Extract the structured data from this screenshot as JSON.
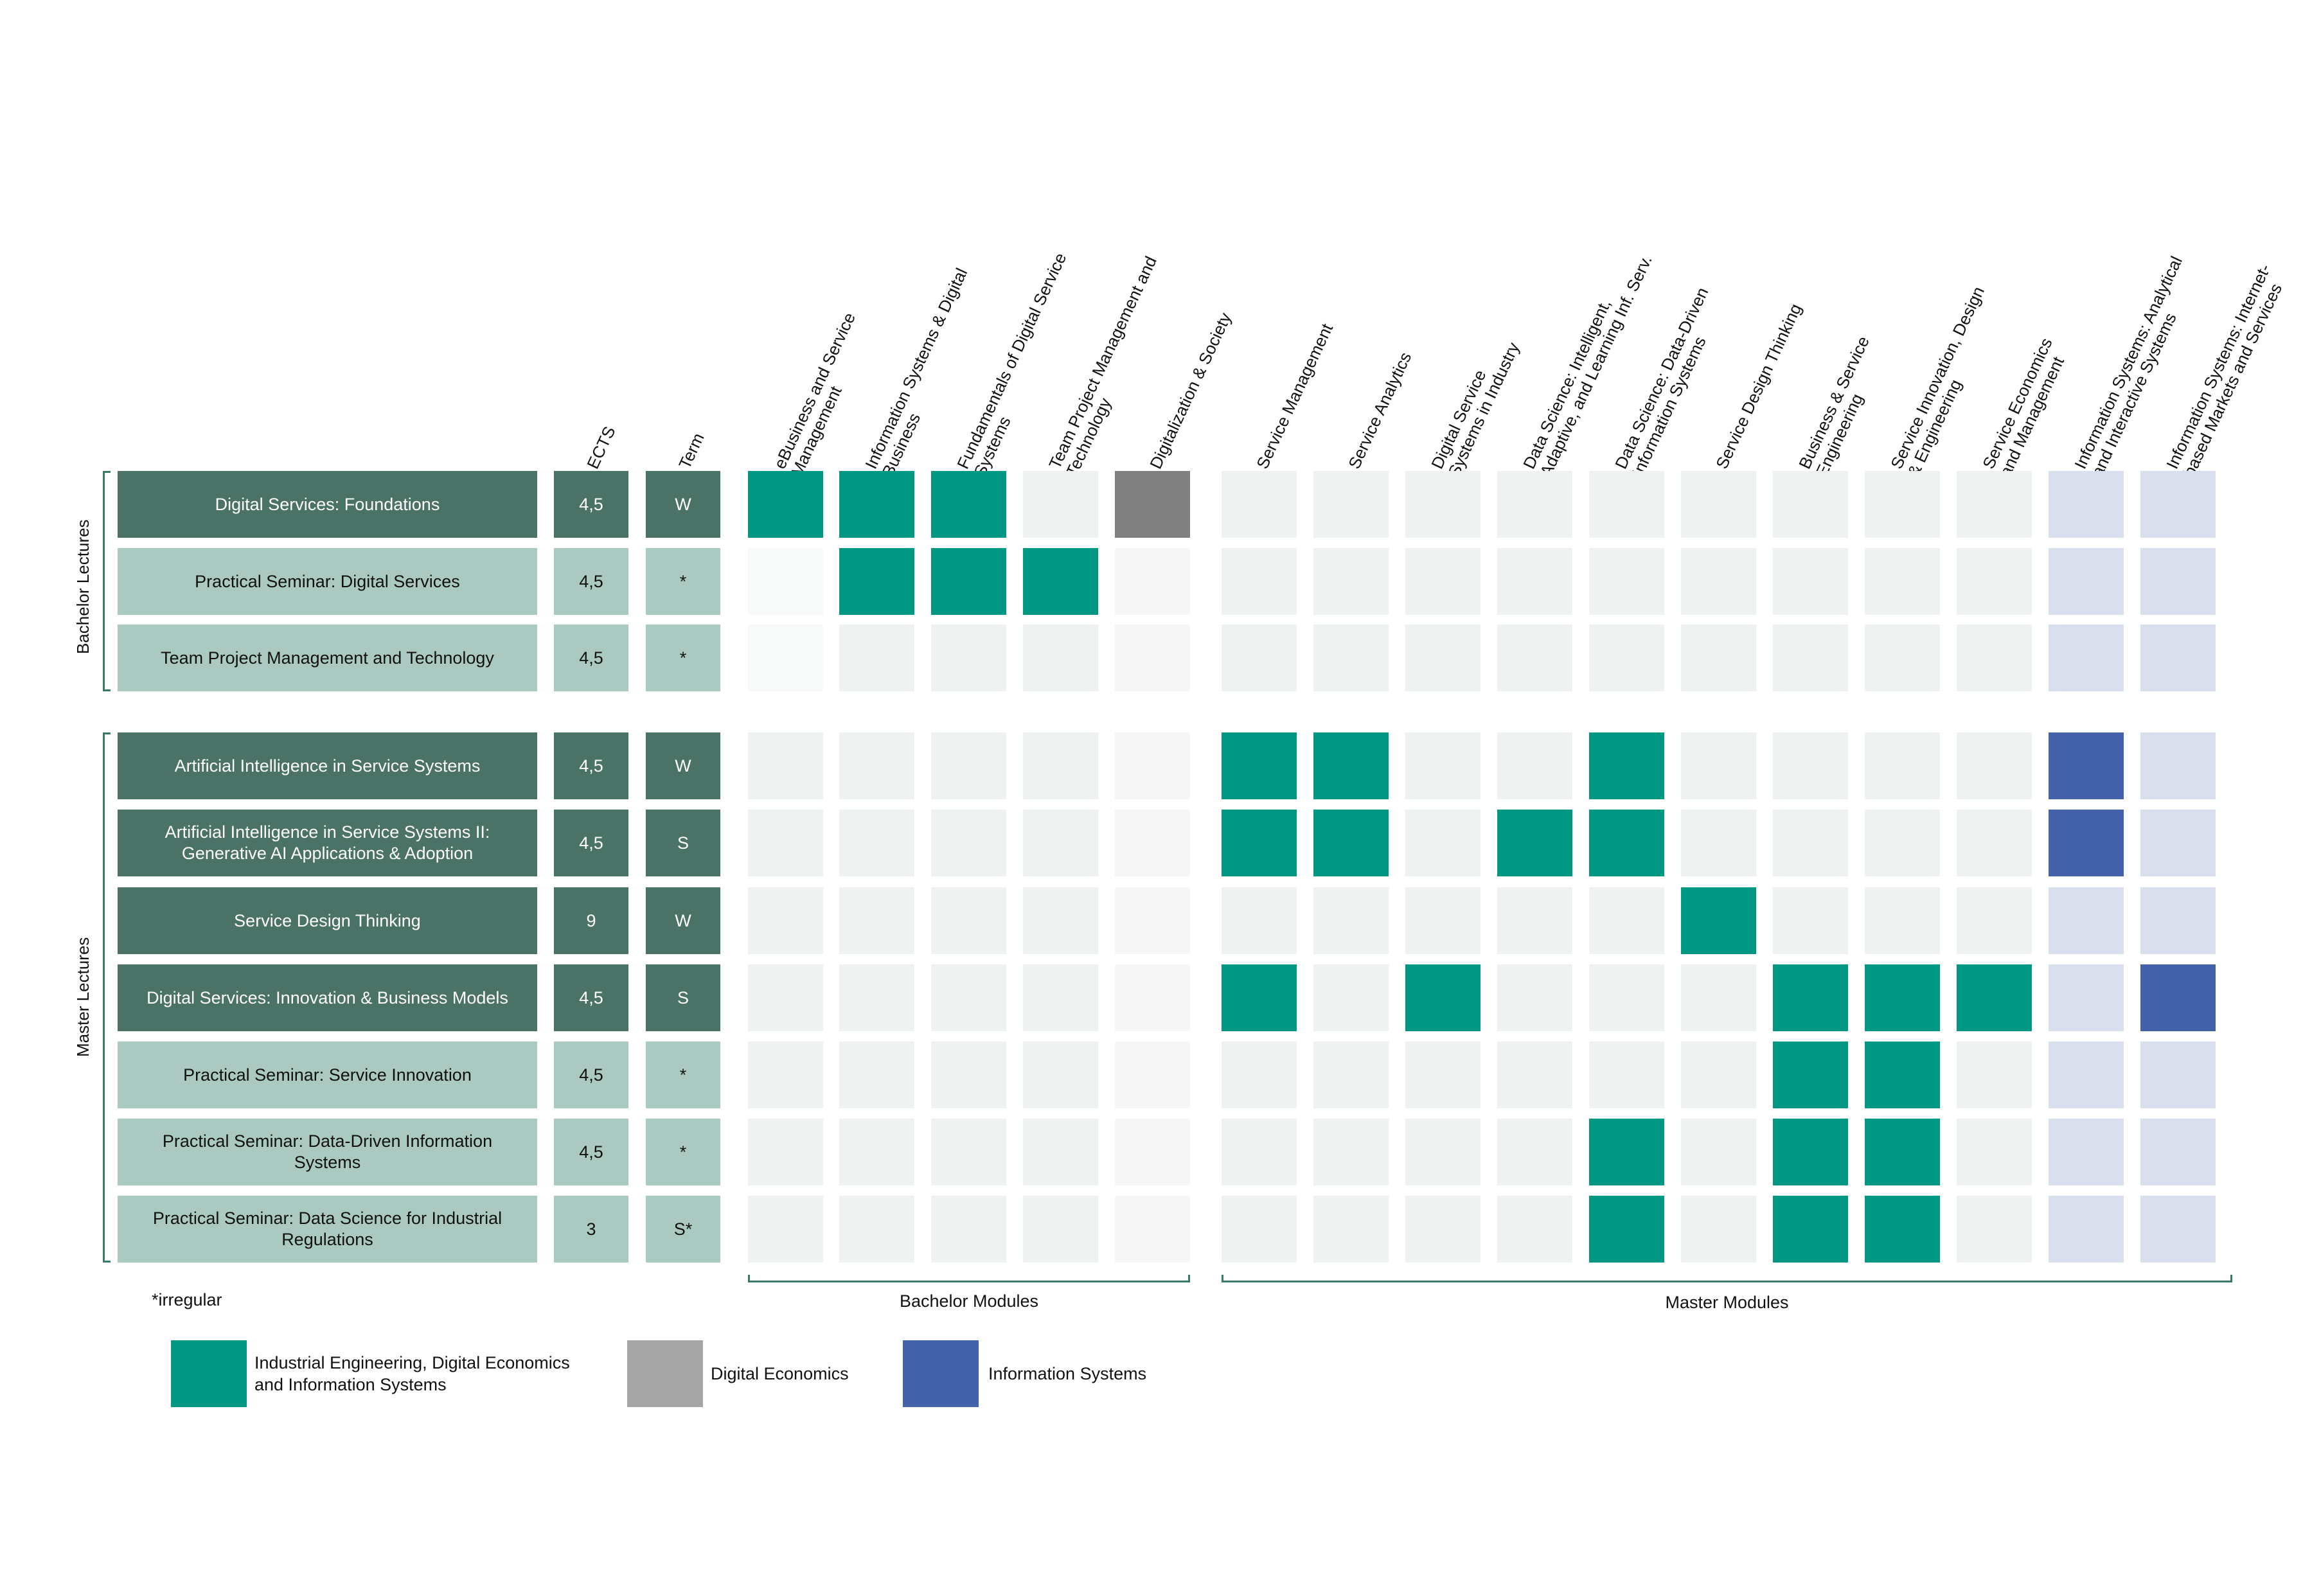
{
  "header": {
    "ects": "ECTS",
    "term": "Term"
  },
  "groups": {
    "bachelor_lectures": "Bachelor Lectures",
    "master_lectures": "Master Lectures",
    "bachelor_modules": "Bachelor Modules",
    "master_modules": "Master Modules"
  },
  "note": "*irregular",
  "columns": [
    {
      "label": "eBusiness and Service\nManagement",
      "group": "bachelor"
    },
    {
      "label": "Information Systems & Digital\nBusiness",
      "group": "bachelor"
    },
    {
      "label": "Fundamentals of Digital Service\nSystems",
      "group": "bachelor"
    },
    {
      "label": "Team Project Management and\nTechnology",
      "group": "bachelor"
    },
    {
      "label": "Digitalization & Society",
      "group": "bachelor"
    },
    {
      "label": "Service Management",
      "group": "master"
    },
    {
      "label": "Service Analytics",
      "group": "master"
    },
    {
      "label": "Digital Service\nSystems in Industry",
      "group": "master"
    },
    {
      "label": "Data Science: Intelligent,\nAdaptive, and Learning Inf. Serv.",
      "group": "master"
    },
    {
      "label": "Data Science: Data-Driven\nInformation Systems",
      "group": "master"
    },
    {
      "label": "Service Design Thinking",
      "group": "master"
    },
    {
      "label": "Business & Service\nEngineering",
      "group": "master"
    },
    {
      "label": "Service Innovation, Design\n& Engineering",
      "group": "master"
    },
    {
      "label": "Service Economics\nand Management",
      "group": "master"
    },
    {
      "label": "Information Systems: Analytical\nand Interactive Systems",
      "group": "master"
    },
    {
      "label": "Information Systems: Internet-\nbased Markets and Services",
      "group": "master"
    }
  ],
  "rows": [
    {
      "lecture": "Digital Services: Foundations",
      "ects": "4,5",
      "term": "W",
      "level": "bachelor",
      "shade": "dark",
      "cells": [
        "iedei",
        "iedei",
        "iedei",
        "none",
        "de",
        "none",
        "none",
        "none",
        "none",
        "none",
        "none",
        "none",
        "none",
        "none",
        "none",
        "none"
      ]
    },
    {
      "lecture": "Practical Seminar: Digital Services",
      "ects": "4,5",
      "term": "*",
      "level": "bachelor",
      "shade": "light",
      "cells": [
        "none",
        "iedei",
        "iedei",
        "iedei",
        "none",
        "none",
        "none",
        "none",
        "none",
        "none",
        "none",
        "none",
        "none",
        "none",
        "none",
        "none"
      ]
    },
    {
      "lecture": "Team Project Management and Technology",
      "ects": "4,5",
      "term": "*",
      "level": "bachelor",
      "shade": "light",
      "cells": [
        "none",
        "none",
        "none",
        "none",
        "none",
        "none",
        "none",
        "none",
        "none",
        "none",
        "none",
        "none",
        "none",
        "none",
        "none",
        "none"
      ]
    },
    {
      "lecture": "Artificial Intelligence in Service Systems",
      "ects": "4,5",
      "term": "W",
      "level": "master",
      "shade": "dark",
      "cells": [
        "none",
        "none",
        "none",
        "none",
        "none",
        "iedei",
        "iedei",
        "none",
        "none",
        "iedei",
        "none",
        "none",
        "none",
        "none",
        "is",
        "none"
      ]
    },
    {
      "lecture": "Artificial Intelligence in Service Systems II:\nGenerative AI Applications & Adoption",
      "ects": "4,5",
      "term": "S",
      "level": "master",
      "shade": "dark",
      "cells": [
        "none",
        "none",
        "none",
        "none",
        "none",
        "iedei",
        "iedei",
        "none",
        "iedei",
        "iedei",
        "none",
        "none",
        "none",
        "none",
        "is",
        "none"
      ]
    },
    {
      "lecture": "Service Design Thinking",
      "ects": "9",
      "term": "W",
      "level": "master",
      "shade": "dark",
      "cells": [
        "none",
        "none",
        "none",
        "none",
        "none",
        "none",
        "none",
        "none",
        "none",
        "none",
        "iedei",
        "none",
        "none",
        "none",
        "none",
        "none"
      ]
    },
    {
      "lecture": "Digital Services: Innovation & Business Models",
      "ects": "4,5",
      "term": "S",
      "level": "master",
      "shade": "dark",
      "cells": [
        "none",
        "none",
        "none",
        "none",
        "none",
        "iedei",
        "none",
        "iedei",
        "none",
        "none",
        "none",
        "iedei",
        "iedei",
        "iedei",
        "none",
        "is"
      ]
    },
    {
      "lecture": "Practical Seminar: Service Innovation",
      "ects": "4,5",
      "term": "*",
      "level": "master",
      "shade": "light",
      "cells": [
        "none",
        "none",
        "none",
        "none",
        "none",
        "none",
        "none",
        "none",
        "none",
        "none",
        "none",
        "iedei",
        "iedei",
        "none",
        "none",
        "none"
      ]
    },
    {
      "lecture": "Practical Seminar: Data-Driven Information\nSystems",
      "ects": "4,5",
      "term": "*",
      "level": "master",
      "shade": "light",
      "cells": [
        "none",
        "none",
        "none",
        "none",
        "none",
        "none",
        "none",
        "none",
        "none",
        "iedei",
        "none",
        "iedei",
        "iedei",
        "none",
        "none",
        "none"
      ]
    },
    {
      "lecture": "Practical Seminar: Data Science for Industrial\nRegulations",
      "ects": "3",
      "term": "S*",
      "level": "master",
      "shade": "light",
      "cells": [
        "none",
        "none",
        "none",
        "none",
        "none",
        "none",
        "none",
        "none",
        "none",
        "iedei",
        "none",
        "iedei",
        "iedei",
        "none",
        "none",
        "none"
      ]
    }
  ],
  "legend": [
    {
      "key": "iedei",
      "label": "Industrial Engineering, Digital Economics\nand Information Systems",
      "color": "#009882"
    },
    {
      "key": "de",
      "label": "Digital Economics",
      "color": "#a6a6a6"
    },
    {
      "key": "is",
      "label": "Information Systems",
      "color": "#4462aa"
    }
  ],
  "colors": {
    "dark_row": "#4a7266",
    "light_row": "#a9c9c1",
    "iedei": "#009882",
    "de_cell": "#808080",
    "is": "#4462aa",
    "empty": "#eef3f2",
    "empty_pale": "#f6f6f6",
    "empty_is": "#dadfee"
  }
}
